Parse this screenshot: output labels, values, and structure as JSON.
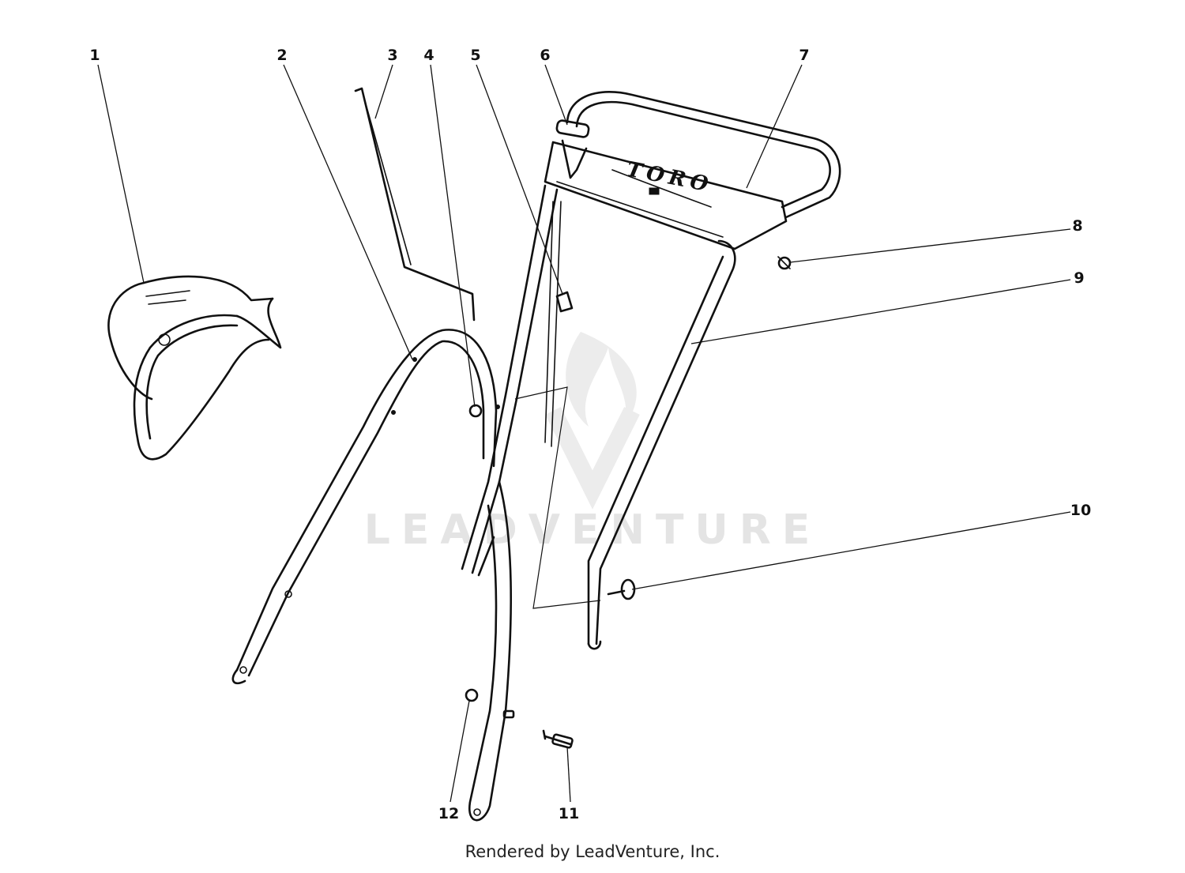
{
  "diagram": {
    "callouts": [
      {
        "id": "1",
        "label": "1"
      },
      {
        "id": "2",
        "label": "2"
      },
      {
        "id": "3",
        "label": "3"
      },
      {
        "id": "4",
        "label": "4"
      },
      {
        "id": "5",
        "label": "5"
      },
      {
        "id": "6",
        "label": "6"
      },
      {
        "id": "7",
        "label": "7"
      },
      {
        "id": "8",
        "label": "8"
      },
      {
        "id": "9",
        "label": "9"
      },
      {
        "id": "10",
        "label": "10"
      },
      {
        "id": "11",
        "label": "11"
      },
      {
        "id": "12",
        "label": "12"
      }
    ],
    "panel_logo": "TORO",
    "watermark": "LEADVENTURE"
  },
  "footer": {
    "text": "Rendered by LeadVenture, Inc."
  }
}
